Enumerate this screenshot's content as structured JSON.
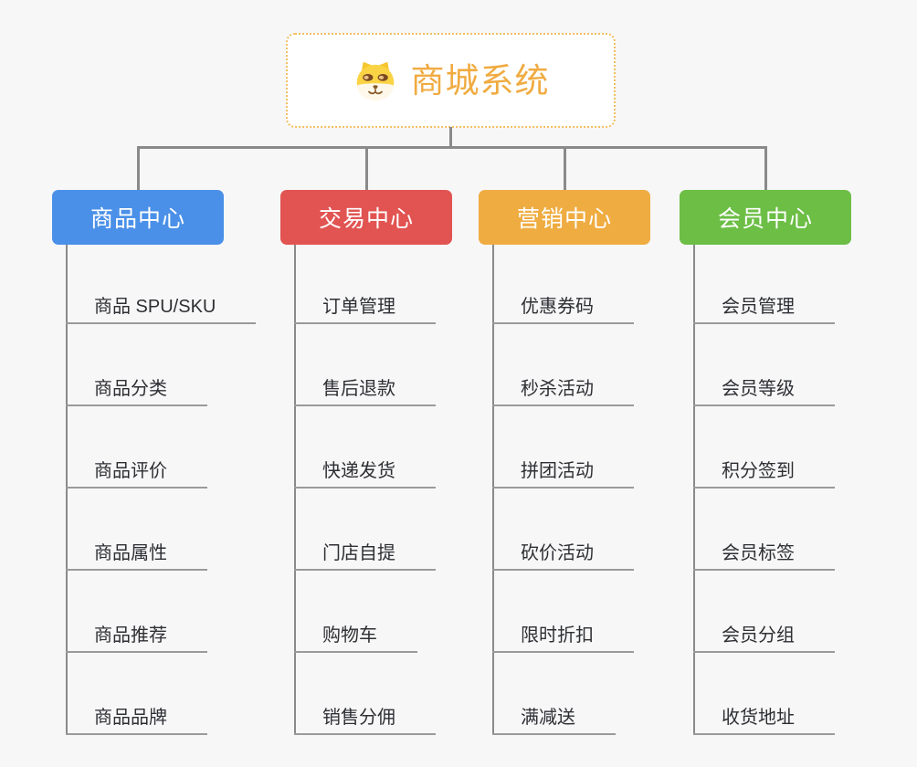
{
  "canvas": {
    "background": "#f7f7f8",
    "connector_color": "#8a8a8a",
    "leaf_underline_color": "#9a9a9a",
    "leaf_text_color": "#2e2f33"
  },
  "root": {
    "title": "商城系统",
    "icon": "shiba-dog-icon",
    "text_color": "#f0ab41",
    "border_color": "#f2bd60",
    "background": "#ffffff"
  },
  "branches": [
    {
      "id": "product-center",
      "label": "商品中心",
      "color": "#4b90e8",
      "children": [
        "商品 SPU/SKU",
        "商品分类",
        "商品评价",
        "商品属性",
        "商品推荐",
        "商品品牌"
      ]
    },
    {
      "id": "trade-center",
      "label": "交易中心",
      "color": "#e15452",
      "children": [
        "订单管理",
        "售后退款",
        "快递发货",
        "门店自提",
        "购物车",
        "销售分佣"
      ]
    },
    {
      "id": "marketing-center",
      "label": "营销中心",
      "color": "#efac41",
      "children": [
        "优惠券码",
        "秒杀活动",
        "拼团活动",
        "砍价活动",
        "限时折扣",
        "满减送"
      ]
    },
    {
      "id": "member-center",
      "label": "会员中心",
      "color": "#6cbe45",
      "children": [
        "会员管理",
        "会员等级",
        "积分签到",
        "会员标签",
        "会员分组",
        "收货地址"
      ]
    }
  ]
}
